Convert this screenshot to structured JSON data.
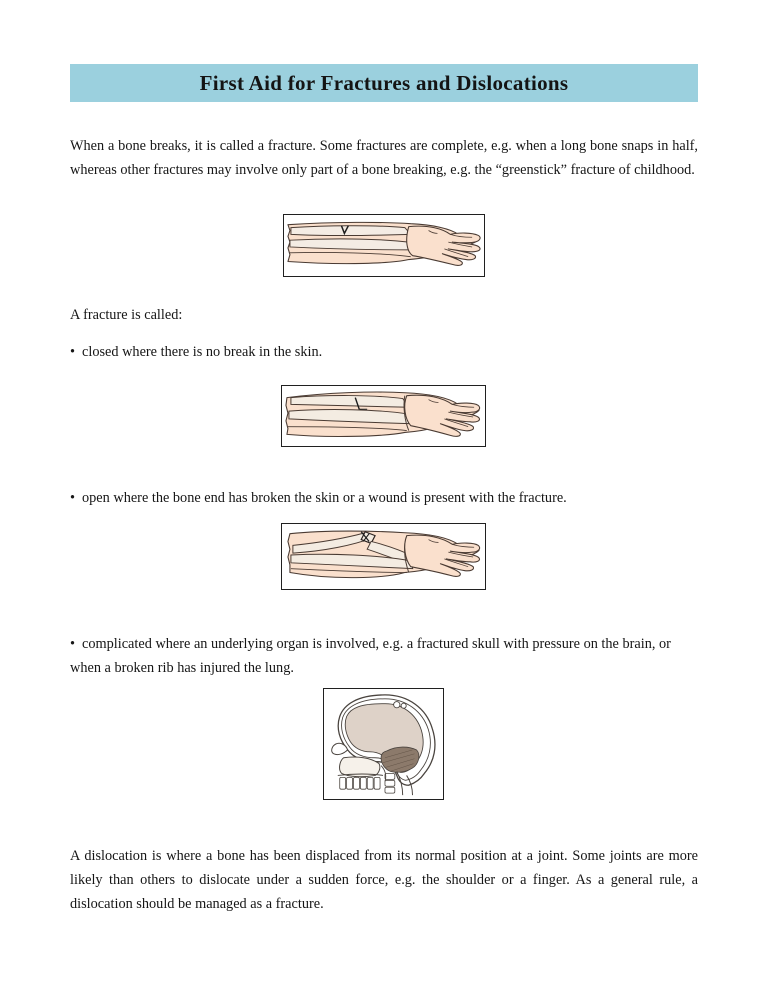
{
  "document": {
    "title": "First Aid for Fractures and Dislocations",
    "title_bar_color": "#9bd0de",
    "page_background": "#ffffff",
    "text_color": "#161616"
  },
  "content": {
    "intro_paragraph": "When a bone breaks, it is called a fracture. Some fractures are complete, e.g. when a long bone snaps in half, whereas other fractures may involve only part of a bone breaking, e.g. the “greenstick” fracture of childhood.",
    "lead_in": "A fracture is called:",
    "bullets": [
      {
        "marker": "•",
        "text": "closed where there is no break in the skin."
      },
      {
        "marker": "•",
        "text": "open where the bone end has broken the skin or a wound is present with the fracture."
      },
      {
        "marker": "•",
        "text": "complicated where an underlying organ is involved, e.g. a fractured skull with pressure on the brain, or when a broken rib has injured the lung."
      }
    ],
    "closing_paragraph": "A dislocation is where a bone has been displaced from its normal position at a joint. Some joints are more likely than others to dislocate under a sudden force, e.g. the shoulder or a finger. As a general rule, a dislocation should be managed as a fracture."
  },
  "figures": [
    {
      "name": "greenstick-fracture-forearm",
      "description": "Forearm with hand showing radius and ulna bones with a partial V-shaped crack in the upper bone",
      "colors": {
        "skin": "#fae0cd",
        "bone": "#f2ece4",
        "outline": "#4a3b33"
      }
    },
    {
      "name": "closed-fracture-forearm",
      "description": "Forearm with hand, skin intact, showing a complete transverse break in the bone beneath the skin",
      "colors": {
        "skin": "#fae0cd",
        "bone": "#f4ece2",
        "outline": "#4a3b33"
      }
    },
    {
      "name": "open-fracture-forearm",
      "description": "Forearm with hand showing a broken bone end protruding through the skin",
      "colors": {
        "skin": "#fae0cd",
        "bone": "#f4ece2",
        "outline": "#4a3b33"
      }
    },
    {
      "name": "fractured-skull-cross-section",
      "description": "Side cross-section of a skull showing the brain with a darker haemorrhage area pressing on the brain, plus teeth and spine",
      "colors": {
        "brain": "#ded2c8",
        "haemorrhage": "#8c7a6b",
        "outline": "#4a443f"
      }
    }
  ]
}
